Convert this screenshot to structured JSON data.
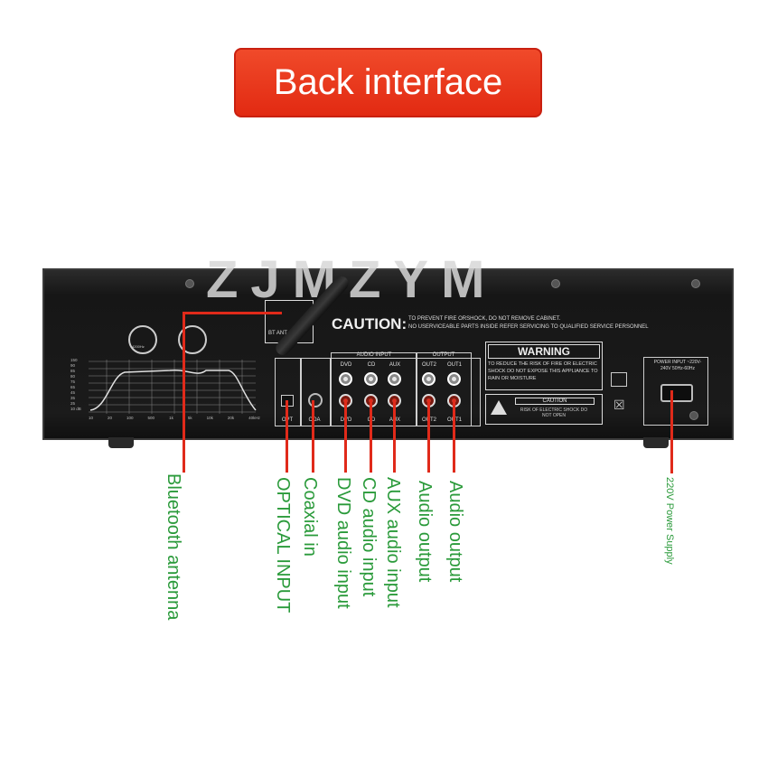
{
  "title": "Back interface",
  "watermark": "ZJMZYM",
  "device": {
    "bt_ant_label": "BT ANT",
    "caution_heading": "CAUTION:",
    "caution_line1": "TO PREVENT FIRE ORSHOCK, DO NOT REMOVE CABINET.",
    "caution_line2": "NO USERVICEABLE PARTS INSIDE REFER SERVICING TO QUALIFIED SERVICE PERSONNEL",
    "audio_input_label": "AUDIO INPUT",
    "output_label": "OUTPUT",
    "input_top_labels": [
      "DVD",
      "CD",
      "AUX"
    ],
    "output_top_labels": [
      "OUT2",
      "OUT1"
    ],
    "opt_label": "OPT",
    "coa_label": "COA",
    "input_bottom_labels": [
      "DVD",
      "CD",
      "AUX"
    ],
    "output_bottom_labels": [
      "OUT2",
      "OUT1"
    ],
    "warning_title": "WARNING",
    "warning_text": "TO REDUCE THE RISK OF FIRE OR ELECTRIC SHOCK DO NOT EXPOSE THIS APPLIANCE TO RAIN OR MOISTURE",
    "caution_small_title": "CAUTION",
    "caution_small_text": "RISK OF ELECTRIC SHOCK DO NOT OPEN",
    "power_input_text": "POWER INPUT ~220V-240V 50Hz-60Hz",
    "eq_scale_y": [
      "150",
      "90",
      "85",
      "80",
      "75",
      "65",
      "45",
      "35",
      "25",
      "10 dB"
    ],
    "eq_scale_x": [
      "10",
      "20",
      "100",
      "500",
      "1k",
      "5k",
      "10k",
      "20k",
      "40kHz"
    ],
    "logo_left_text": "4200Hz"
  },
  "labels": {
    "bluetooth": "Bluetooth antenna",
    "optical": "OPTICAL INPUT",
    "coaxial": "Coaxial in",
    "dvd": "DVD audio input",
    "cd": "CD audio input",
    "aux": "AUX audio input",
    "out1": "Audio output",
    "out2": "Audio output",
    "power": "220V Power Supply"
  },
  "colors": {
    "badge": "#e22a12",
    "label_green": "#2a9a3a",
    "pointer_red": "#e02a1a",
    "chassis": "#1b1b1b"
  }
}
